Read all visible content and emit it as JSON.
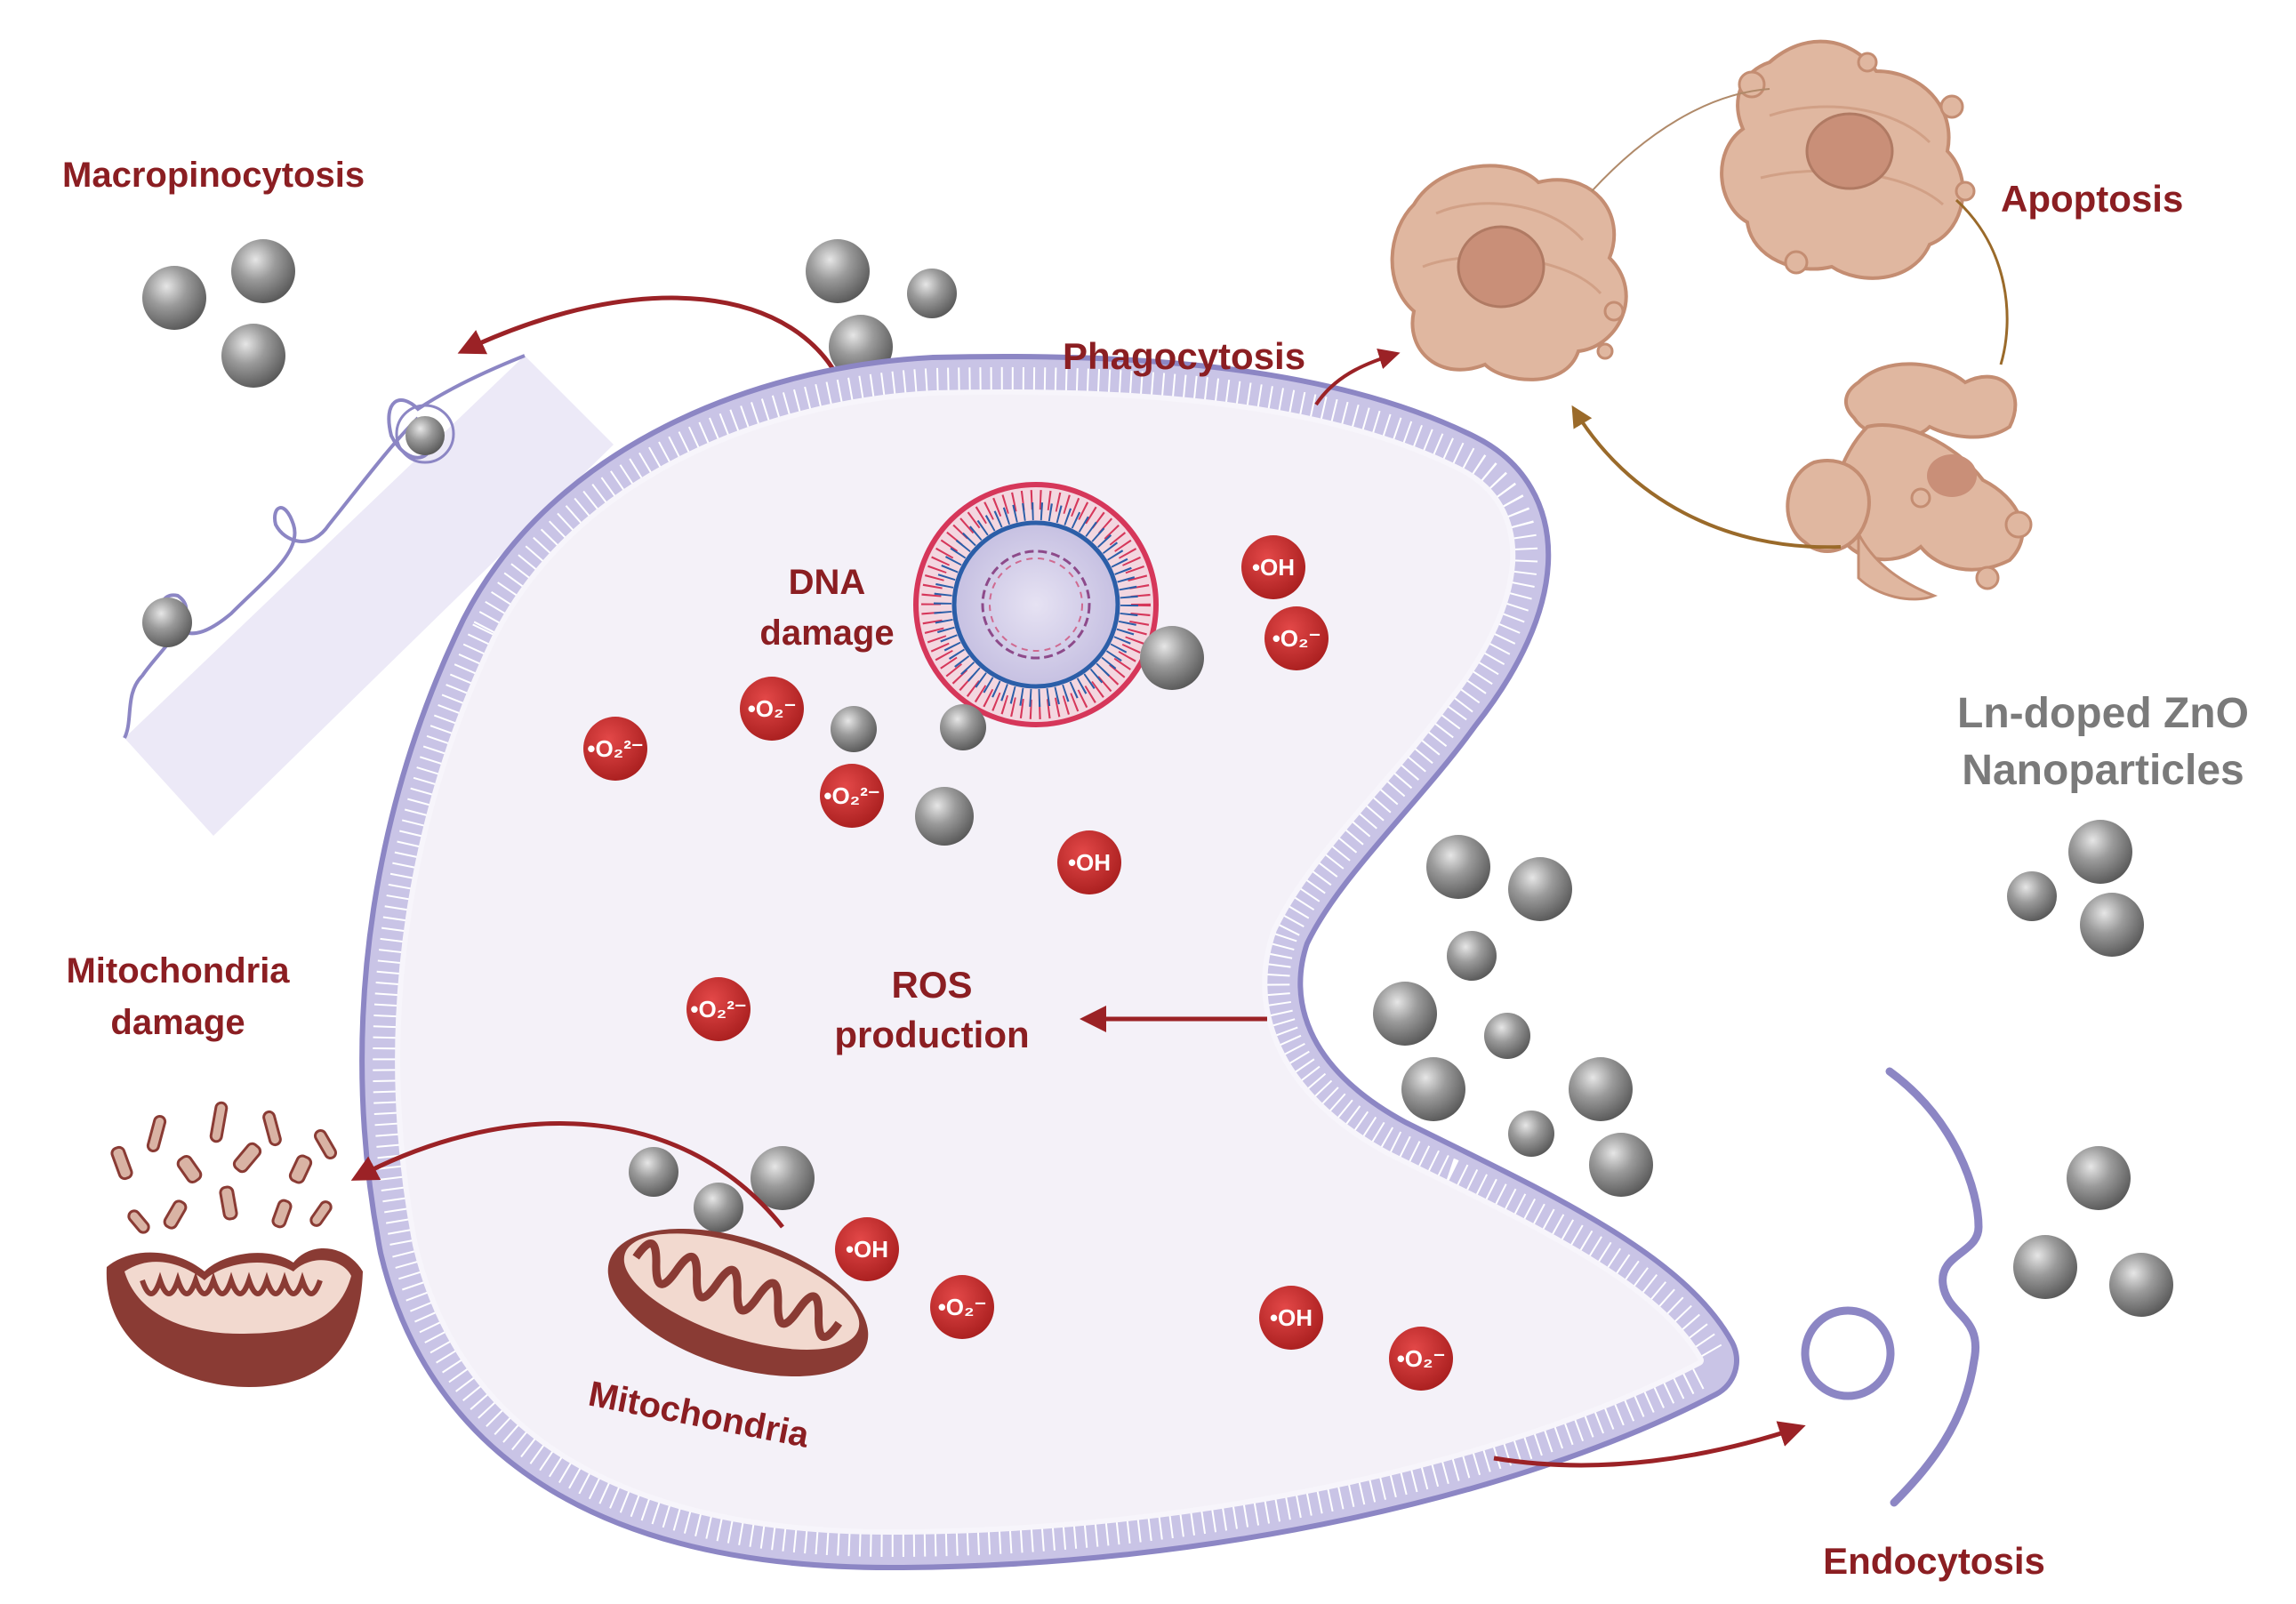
{
  "labels": {
    "macropinocytosis": "Macropinocytosis",
    "phagocytosis": "Phagocytosis",
    "apoptosis": "Apoptosis",
    "dna_damage_line1": "DNA",
    "dna_damage_line2": "damage",
    "nanoparticles_line1": "Ln-doped ZnO",
    "nanoparticles_line2": "Nanoparticles",
    "mito_damage_line1": "Mitochondria",
    "mito_damage_line2": "damage",
    "ros_line1": "ROS",
    "ros_line2": "production",
    "mitochondria": "Mitochondria",
    "endocytosis": "Endocytosis"
  },
  "ros_species": [
    {
      "kind": "oh",
      "text": "•OH"
    },
    {
      "kind": "o2",
      "text": "•O₂⁻"
    },
    {
      "kind": "o2",
      "text": "•O₂⁻"
    },
    {
      "kind": "o22",
      "text": "•O₂²⁻"
    },
    {
      "kind": "o22",
      "text": "•O₂²⁻"
    },
    {
      "kind": "oh",
      "text": "•OH"
    },
    {
      "kind": "o22",
      "text": "•O₂²⁻"
    },
    {
      "kind": "oh",
      "text": "•OH"
    },
    {
      "kind": "o2",
      "text": "•O₂⁻"
    },
    {
      "kind": "oh",
      "text": "•OH"
    },
    {
      "kind": "o2",
      "text": "•O₂⁻"
    }
  ],
  "colors": {
    "label_red": "#8b1e22",
    "label_grey": "#7a7a7a",
    "membrane_head": "#8c86c4",
    "membrane_tail": "#c9c4e6",
    "cytoplasm": "#f4f1f8",
    "ros_fill": "#c62a2a",
    "arrow_red": "#9b2226",
    "arrow_gold": "#9a6a2a",
    "apoptotic_cell": "#e0b7a0",
    "nanoparticle": "#8a8a8a"
  }
}
